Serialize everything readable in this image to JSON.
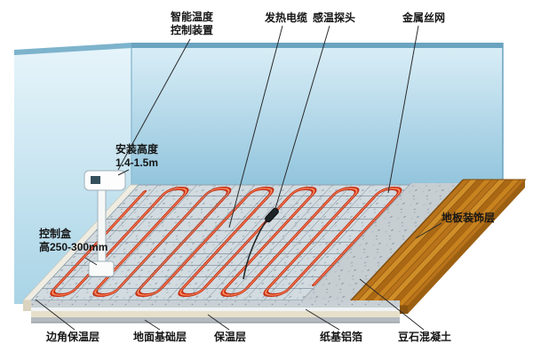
{
  "diagram": {
    "labels": {
      "smart_controller_line1": "智能温度",
      "smart_controller_line2": "控制装置",
      "heating_cable": "发热电缆",
      "temp_probe": "感温探头",
      "wire_mesh": "金属丝网",
      "install_height_line1": "安装高度",
      "install_height_line2": "1.4-1.5m",
      "control_box_line1": "控制盒",
      "control_box_line2": "高250-300mm",
      "floor_finish": "地板装饰层",
      "edge_insulation": "边角保温层",
      "ground_base": "地面基础层",
      "insulation": "保温层",
      "foil": "纸基铝箔",
      "pea_gravel_concrete": "豆石混凝土"
    },
    "colors": {
      "wall_blue": "#a9d4e6",
      "cable_red": "#c62f12",
      "wood_brown": "#c8821e",
      "mesh_gray": "#5f7280",
      "concrete_gray": "#c9d0d5"
    }
  }
}
